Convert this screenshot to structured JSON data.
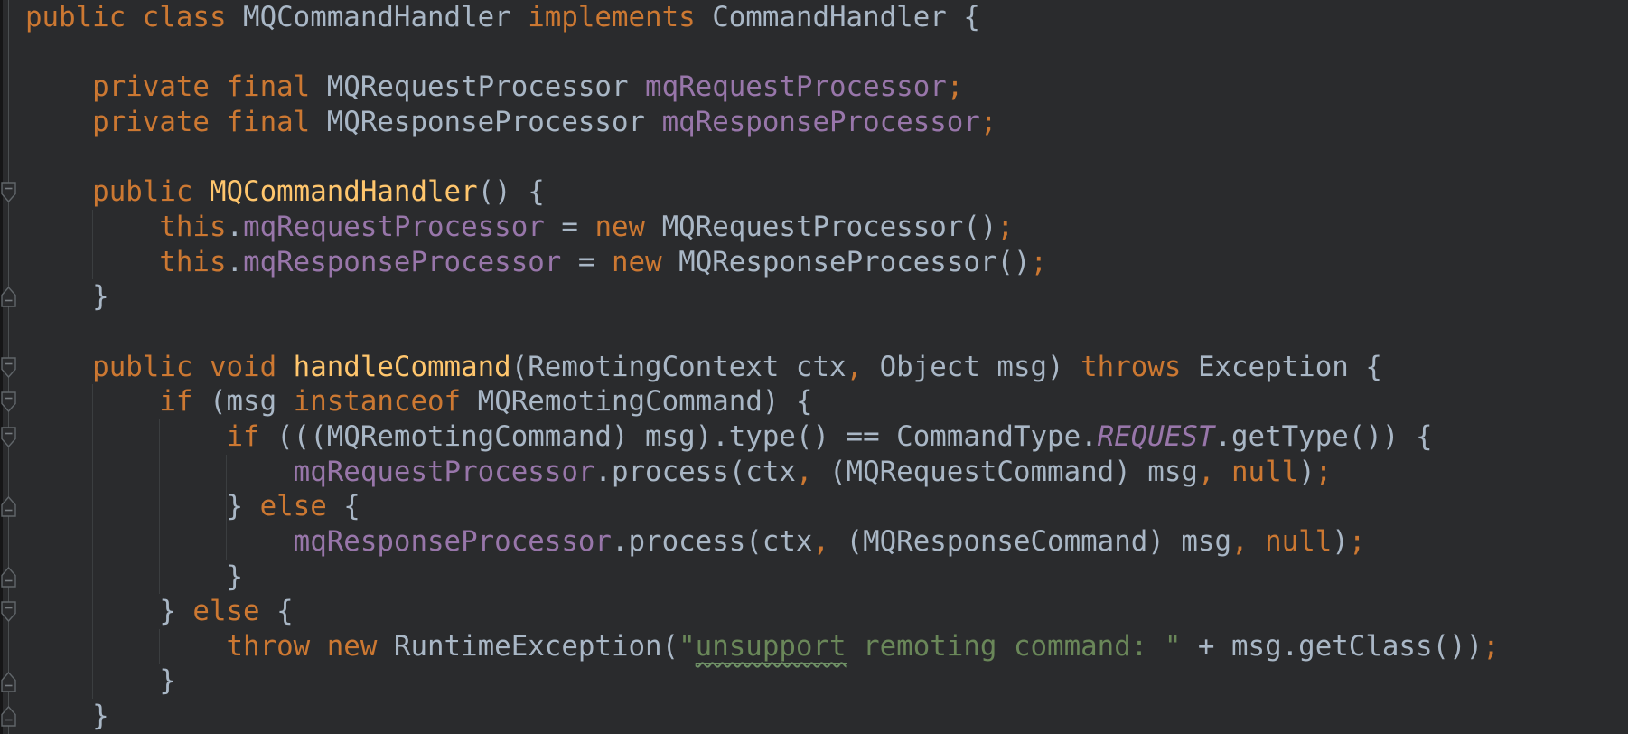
{
  "editor": {
    "theme": "darcula",
    "language": "java",
    "background": "#2a2b2d",
    "syntax_colors": {
      "keyword": "#cc7832",
      "default_text": "#a9b7c6",
      "method_declaration": "#ffc66d",
      "field": "#9876aa",
      "static_constant": "#9876aa",
      "string": "#6a8759",
      "separator": "#cc7832",
      "typo_underline": "#6f9166",
      "indent_guide": "#3b3e40",
      "fold_outline": "#4b4f51"
    },
    "lines": [
      {
        "tokens": [
          [
            "k",
            "public class "
          ],
          [
            "d",
            "MQCommandHandler "
          ],
          [
            "k",
            "implements "
          ],
          [
            "d",
            "CommandHandler {"
          ]
        ]
      },
      {
        "tokens": []
      },
      {
        "tokens": [
          [
            "d",
            "    "
          ],
          [
            "k",
            "private final "
          ],
          [
            "d",
            "MQRequestProcessor "
          ],
          [
            "f",
            "mqRequestProcessor"
          ],
          [
            "p",
            ";"
          ]
        ]
      },
      {
        "tokens": [
          [
            "d",
            "    "
          ],
          [
            "k",
            "private final "
          ],
          [
            "d",
            "MQResponseProcessor "
          ],
          [
            "f",
            "mqResponseProcessor"
          ],
          [
            "p",
            ";"
          ]
        ]
      },
      {
        "tokens": []
      },
      {
        "tokens": [
          [
            "d",
            "    "
          ],
          [
            "k",
            "public "
          ],
          [
            "m",
            "MQCommandHandler"
          ],
          [
            "d",
            "() {"
          ]
        ]
      },
      {
        "tokens": [
          [
            "d",
            "        "
          ],
          [
            "k",
            "this"
          ],
          [
            "d",
            "."
          ],
          [
            "f",
            "mqRequestProcessor"
          ],
          [
            "d",
            " = "
          ],
          [
            "k",
            "new "
          ],
          [
            "d",
            "MQRequestProcessor()"
          ],
          [
            "p",
            ";"
          ]
        ]
      },
      {
        "tokens": [
          [
            "d",
            "        "
          ],
          [
            "k",
            "this"
          ],
          [
            "d",
            "."
          ],
          [
            "f",
            "mqResponseProcessor"
          ],
          [
            "d",
            " = "
          ],
          [
            "k",
            "new "
          ],
          [
            "d",
            "MQResponseProcessor()"
          ],
          [
            "p",
            ";"
          ]
        ]
      },
      {
        "tokens": [
          [
            "d",
            "    }"
          ]
        ]
      },
      {
        "tokens": []
      },
      {
        "tokens": [
          [
            "d",
            "    "
          ],
          [
            "k",
            "public void "
          ],
          [
            "m",
            "handleCommand"
          ],
          [
            "d",
            "(RemotingContext ctx"
          ],
          [
            "p",
            ","
          ],
          [
            "d",
            " Object msg) "
          ],
          [
            "k",
            "throws "
          ],
          [
            "d",
            "Exception {"
          ]
        ]
      },
      {
        "tokens": [
          [
            "d",
            "        "
          ],
          [
            "k",
            "if "
          ],
          [
            "d",
            "(msg "
          ],
          [
            "k",
            "instanceof "
          ],
          [
            "d",
            "MQRemotingCommand) {"
          ]
        ]
      },
      {
        "tokens": [
          [
            "d",
            "            "
          ],
          [
            "k",
            "if "
          ],
          [
            "d",
            "(((MQRemotingCommand) msg).type() == CommandType."
          ],
          [
            "c",
            "REQUEST"
          ],
          [
            "d",
            ".getType()) {"
          ]
        ]
      },
      {
        "tokens": [
          [
            "d",
            "                "
          ],
          [
            "f",
            "mqRequestProcessor"
          ],
          [
            "d",
            ".process(ctx"
          ],
          [
            "p",
            ","
          ],
          [
            "d",
            " (MQRequestCommand) msg"
          ],
          [
            "p",
            ","
          ],
          [
            "d",
            " "
          ],
          [
            "k",
            "null"
          ],
          [
            "d",
            ")"
          ],
          [
            "p",
            ";"
          ]
        ]
      },
      {
        "tokens": [
          [
            "d",
            "            } "
          ],
          [
            "k",
            "else "
          ],
          [
            "d",
            "{"
          ]
        ]
      },
      {
        "tokens": [
          [
            "d",
            "                "
          ],
          [
            "f",
            "mqResponseProcessor"
          ],
          [
            "d",
            ".process(ctx"
          ],
          [
            "p",
            ","
          ],
          [
            "d",
            " (MQResponseCommand) msg"
          ],
          [
            "p",
            ","
          ],
          [
            "d",
            " "
          ],
          [
            "k",
            "null"
          ],
          [
            "d",
            ")"
          ],
          [
            "p",
            ";"
          ]
        ]
      },
      {
        "tokens": [
          [
            "d",
            "            }"
          ]
        ]
      },
      {
        "tokens": [
          [
            "d",
            "        } "
          ],
          [
            "k",
            "else "
          ],
          [
            "d",
            "{"
          ]
        ]
      },
      {
        "tokens": [
          [
            "d",
            "            "
          ],
          [
            "k",
            "throw new "
          ],
          [
            "d",
            "RuntimeException("
          ],
          [
            "s",
            "\""
          ],
          [
            "y",
            "unsupport"
          ],
          [
            "s",
            " remoting command: \""
          ],
          [
            "d",
            " + msg.getClass())"
          ],
          [
            "p",
            ";"
          ]
        ]
      },
      {
        "tokens": [
          [
            "d",
            "        }"
          ]
        ]
      },
      {
        "tokens": [
          [
            "d",
            "    }"
          ]
        ]
      }
    ],
    "fold_markers": [
      {
        "line": 6,
        "type": "collapse-start"
      },
      {
        "line": 9,
        "type": "collapse-end"
      },
      {
        "line": 11,
        "type": "collapse-start"
      },
      {
        "line": 12,
        "type": "collapse-start"
      },
      {
        "line": 13,
        "type": "collapse-start"
      },
      {
        "line": 15,
        "type": "collapse-end"
      },
      {
        "line": 17,
        "type": "collapse-end"
      },
      {
        "line": 18,
        "type": "collapse-start"
      },
      {
        "line": 20,
        "type": "collapse-end"
      },
      {
        "line": 21,
        "type": "collapse-end"
      }
    ],
    "indent_guides": [
      {
        "col": 4,
        "from_line": 7,
        "to_line": 8
      },
      {
        "col": 4,
        "from_line": 12,
        "to_line": 20
      },
      {
        "col": 8,
        "from_line": 13,
        "to_line": 17
      },
      {
        "col": 8,
        "from_line": 19,
        "to_line": 19
      },
      {
        "col": 12,
        "from_line": 14,
        "to_line": 16
      }
    ]
  }
}
